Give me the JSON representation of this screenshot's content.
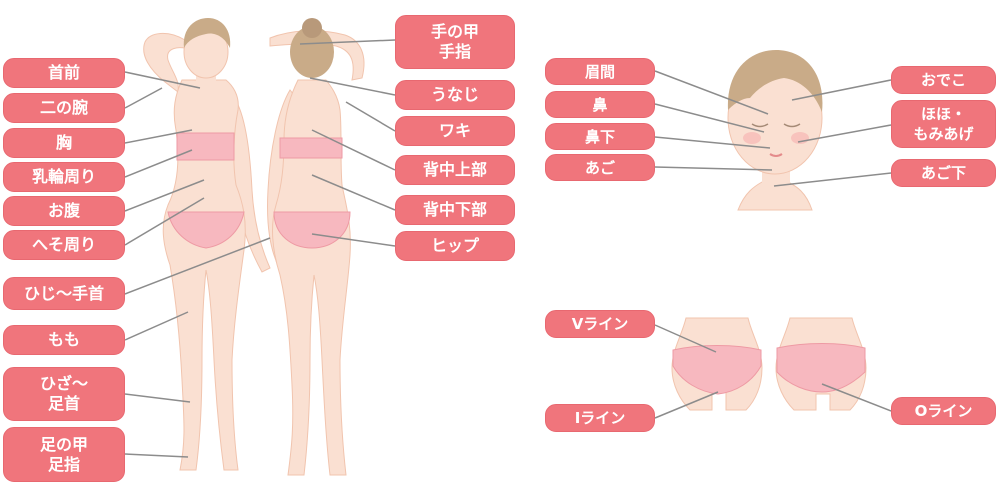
{
  "colors": {
    "label_bg": "#f0757c",
    "label_text": "#ffffff",
    "skin": "#fae0d2",
    "skin_edge": "#f1c4ae",
    "hair": "#c9ab88",
    "garment": "#f7b8bf",
    "leader": "#8c8c8c"
  },
  "body_labels": {
    "neck_front": "首前",
    "upper_arm": "二の腕",
    "chest": "胸",
    "areola": "乳輪周り",
    "belly": "お腹",
    "navel": "へそ周り",
    "elbow_hand": "ひじ〜手首",
    "thigh": "もも",
    "knee_ankle": "ひざ〜\n足首",
    "foot": "足の甲\n足指",
    "hand_fingers": "手の甲\n手指",
    "nape": "うなじ",
    "armpit": "ワキ",
    "upper_back": "背中上部",
    "lower_back": "背中下部",
    "hip": "ヒップ"
  },
  "face_labels": {
    "glabella": "眉間",
    "nose": "鼻",
    "under_nose": "鼻下",
    "chin": "あご",
    "forehead": "おでこ",
    "cheek_sideburn": "ほほ・\nもみあげ",
    "under_chin": "あご下"
  },
  "vio_labels": {
    "v_line": "Vライン",
    "i_line": "Iライン",
    "o_line": "Oライン"
  }
}
